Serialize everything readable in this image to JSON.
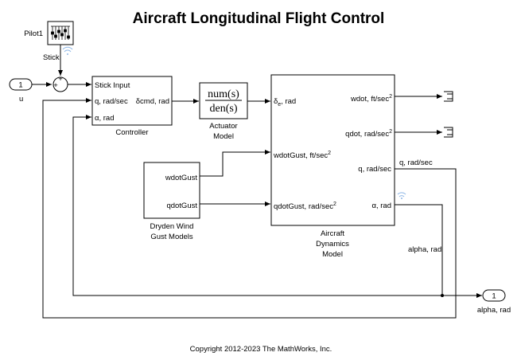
{
  "title": "Aircraft Longitudinal Flight Control",
  "copyright": "Copyright 2012-2023 The MathWorks, Inc.",
  "inport_u": {
    "number": "1",
    "label": "u"
  },
  "pilot": {
    "label": "Pilot1",
    "signal_label": "Stick"
  },
  "sum": {
    "plus_top": "+",
    "plus_left": "+"
  },
  "controller": {
    "name": "Controller",
    "in_stick": "Stick Input",
    "in_q": "q, rad/sec",
    "in_alpha": "α, rad",
    "out": "δcmd, rad"
  },
  "actuator": {
    "num": "num(s)",
    "den": "den(s)",
    "name_line1": "Actuator",
    "name_line2": "Model"
  },
  "dryden": {
    "out1": "wdotGust",
    "out2": "qdotGust",
    "name_line1": "Dryden Wind",
    "name_line2": "Gust Models"
  },
  "aircraft": {
    "in_delta": "δ",
    "in_delta_sub": "e",
    "in_delta_rest": ", rad",
    "in_wgust": "wdotGust, ft/sec",
    "in_qgust": "qdotGust, rad/sec",
    "out_wdot": "wdot, ft/sec",
    "out_qdot": "qdot, rad/sec",
    "out_q": "q, rad/sec",
    "out_alpha": "α, rad",
    "sup2": "2",
    "name_line1": "Aircraft",
    "name_line2": "Dynamics",
    "name_line3": "Model"
  },
  "signals": {
    "q_label": "q, rad/sec",
    "alpha_label": "alpha, rad"
  },
  "outport": {
    "number": "1",
    "label": "alpha, rad"
  }
}
